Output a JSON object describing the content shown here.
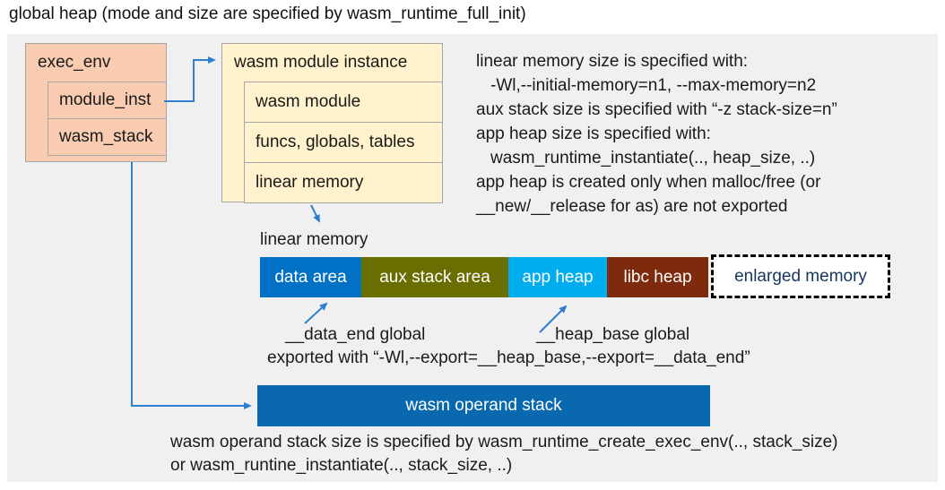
{
  "title": "global heap (mode and size are specified by wasm_runtime_full_init)",
  "exec_env": {
    "title": "exec_env",
    "fill": "#f9ccb2",
    "rows": [
      {
        "label": "module_inst"
      },
      {
        "label": "wasm_stack"
      }
    ]
  },
  "module_instance": {
    "title": "wasm module instance",
    "fill": "#fff2cc",
    "rows": [
      {
        "label": "wasm module"
      },
      {
        "label": "funcs, globals, tables"
      },
      {
        "label": "linear memory"
      }
    ]
  },
  "notes": {
    "lines": [
      "linear memory size is specified with:",
      "-Wl,--initial-memory=n1, --max-memory=n2",
      "aux stack size is specified with “-z stack-size=n”",
      "app heap size is specified with:",
      "wasm_runtime_instantiate(.., heap_size, ..)",
      "app heap is created only when malloc/free (or",
      "__new/__release for as) are not exported"
    ]
  },
  "linear_memory": {
    "label": "linear memory",
    "segments": [
      {
        "label": "data area",
        "color": "#0071c5"
      },
      {
        "label": "aux stack area",
        "color": "#6a6d00"
      },
      {
        "label": "app heap",
        "color": "#00aeef"
      },
      {
        "label": "libc heap",
        "color": "#7e2a0c"
      }
    ],
    "enlarged": {
      "label": "enlarged memory",
      "text_color": "#17365d"
    }
  },
  "globals_labels": {
    "data_end": "__data_end global",
    "heap_base": "__heap_base global",
    "exported": "exported with “-Wl,--export=__heap_base,--export=__data_end”"
  },
  "operand_stack": {
    "label": "wasm operand stack",
    "color": "#0a68ae"
  },
  "footer": {
    "lines": [
      "wasm operand stack size is specified by wasm_runtime_create_exec_env(.., stack_size)",
      "or wasm_runtine_instantiate(.., stack_size, ..)"
    ]
  },
  "arrow_color": "#2e7fd0"
}
